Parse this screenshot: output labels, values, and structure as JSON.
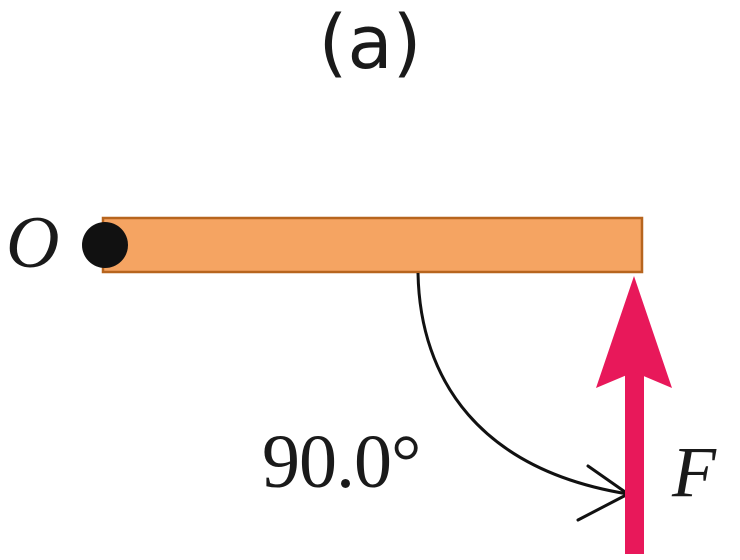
{
  "figure": {
    "panel_label": "(a)",
    "pivot_label": "O",
    "angle_label": "90.0°",
    "force_label": "F"
  },
  "colors": {
    "rod_fill": "#f5a462",
    "rod_stroke": "#b7651e",
    "force_arrow": "#e8185a",
    "pivot_dot": "#111111",
    "text": "#1a1a1a"
  }
}
